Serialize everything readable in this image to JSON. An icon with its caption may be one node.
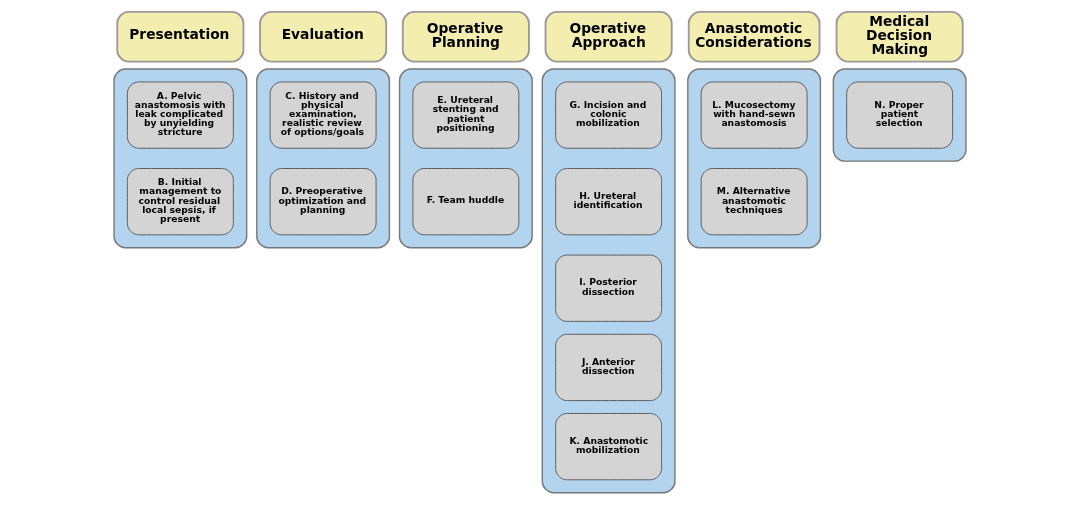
{
  "diagram": {
    "nodes": [
      {
        "text": [
          "Presentation"
        ]
      },
      {
        "text": [],
        "shape": "box"
      },
      {
        "text": [
          "A. Pelvic anastomosis with leak complicated by unyielding stricture"
        ],
        "in": 1
      },
      {
        "text": [
          "B. Initial management to control residual local sepsis, if present"
        ],
        "in": 1
      },
      {
        "text": [
          "Evaluation"
        ]
      },
      {
        "text": [],
        "shape": "box"
      },
      {
        "text": [
          "C. History and physical examination, realistic review of options/goals"
        ],
        "in": 5
      },
      {
        "text": [
          "D. Preoperative optimization and planning"
        ],
        "in": 5
      },
      {
        "text": [
          "Operative Planning"
        ]
      },
      {
        "text": [],
        "shape": "box"
      },
      {
        "text": [
          "E. Ureteral stenting and patient positioning"
        ],
        "in": 9
      },
      {
        "text": [
          "F. Team huddle"
        ],
        "in": 9
      },
      {
        "text": [
          "Operative Approach"
        ]
      },
      {
        "text": [],
        "shape": "box"
      },
      {
        "text": [
          "G. Incision and colonic mobilization"
        ],
        "in": 13
      },
      {
        "text": [
          "H. Ureteral identification"
        ],
        "in": 13
      },
      {
        "text": [
          "I. Posterior dissection"
        ],
        "in": 13
      },
      {
        "text": [
          "J. Anterior dissection"
        ],
        "in": 13
      },
      {
        "text": [
          "K. Anastomotic mobilization"
        ],
        "in": 13
      },
      {
        "text": [
          "Anastomotic Considerations"
        ]
      },
      {
        "text": [],
        "shape": "box"
      },
      {
        "text": [
          "L. Mucosectomy with hand-sewn anastomosis"
        ],
        "in": 20
      },
      {
        "text": [
          "M. Alternative anastomotic techniques"
        ],
        "in": 20
      },
      {
        "text": [
          "Medical Decision Making"
        ]
      },
      {
        "text": [],
        "shape": "box"
      },
      {
        "text": [
          "N. Proper patient selection"
        ],
        "in": 24
      }
    ],
    "edges": []
  }
}
